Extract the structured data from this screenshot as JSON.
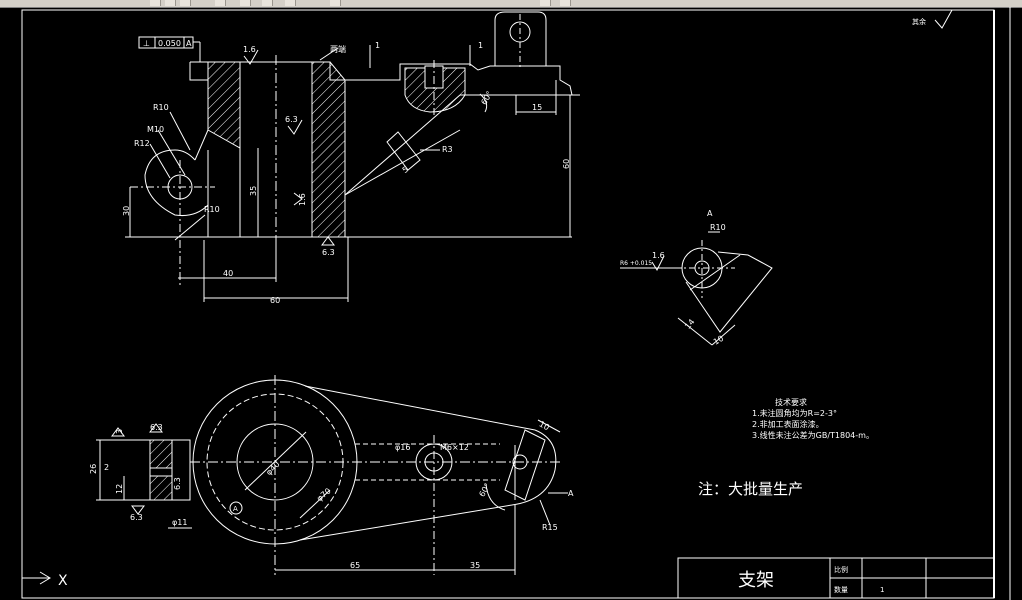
{
  "drawing": {
    "tolerance_frame": {
      "symbol": "⊥",
      "value": "0.050",
      "datum": "A"
    },
    "top_view": {
      "roughness_top": "1.6",
      "callout_top": "两端",
      "dim_1_left": "1",
      "dim_1_right": "1",
      "roughness_bore": "6.3",
      "roughness_wall": "1.6",
      "roughness_bottom": "6.3",
      "radius_r10_top": "R10",
      "thread_m10": "M10",
      "radius_r12": "R12",
      "radius_r10_bottom": "R10",
      "radius_r3": "R3",
      "angle_60": "60°",
      "dim_15": "15",
      "dim_5": "5",
      "dim_60_vertical": "60",
      "dim_35": "35",
      "dim_30": "30",
      "dim_40": "40",
      "dim_60_horizontal": "60"
    },
    "detail_a": {
      "label": "A",
      "radius": "R10",
      "hole_spec": "R6 +0.015",
      "roughness": "1.6",
      "dim_14": "14",
      "dim_10": "10"
    },
    "bottom_view": {
      "roughness_left_a": "3",
      "roughness_left_b": "6.3",
      "roughness_mid": "6.3",
      "roughness_bottom": "6.3",
      "dim_26": "26",
      "dim_2": "2",
      "dim_12": "12",
      "dim_11": "φ11",
      "dim_phi40": "φ40",
      "dim_phi70": "φ70",
      "dim_phi16": "φ16",
      "thread_m6": "M6×12",
      "dim_10": "10",
      "angle_60": "60°",
      "radius_r15": "R15",
      "section_a": "A",
      "circle_a": "A",
      "dim_65": "65",
      "dim_35": "35"
    },
    "tech_requirements": {
      "title": "技术要求",
      "items": [
        "1.未注圆角均为R=2-3°",
        "2.非加工表面涂漆。",
        "3.线性未注公差为GB/T1804-m。"
      ]
    },
    "note": "注：大批量生产",
    "title_block": {
      "part_name": "支架",
      "scale_label": "比例",
      "quantity_label": "数量",
      "quantity_value": "1"
    },
    "corner_mark": "其余",
    "ucs_label": "X"
  },
  "colors": {
    "background": "#000000",
    "lines": "#ffffff",
    "toolbar": "#d4d0c8"
  }
}
